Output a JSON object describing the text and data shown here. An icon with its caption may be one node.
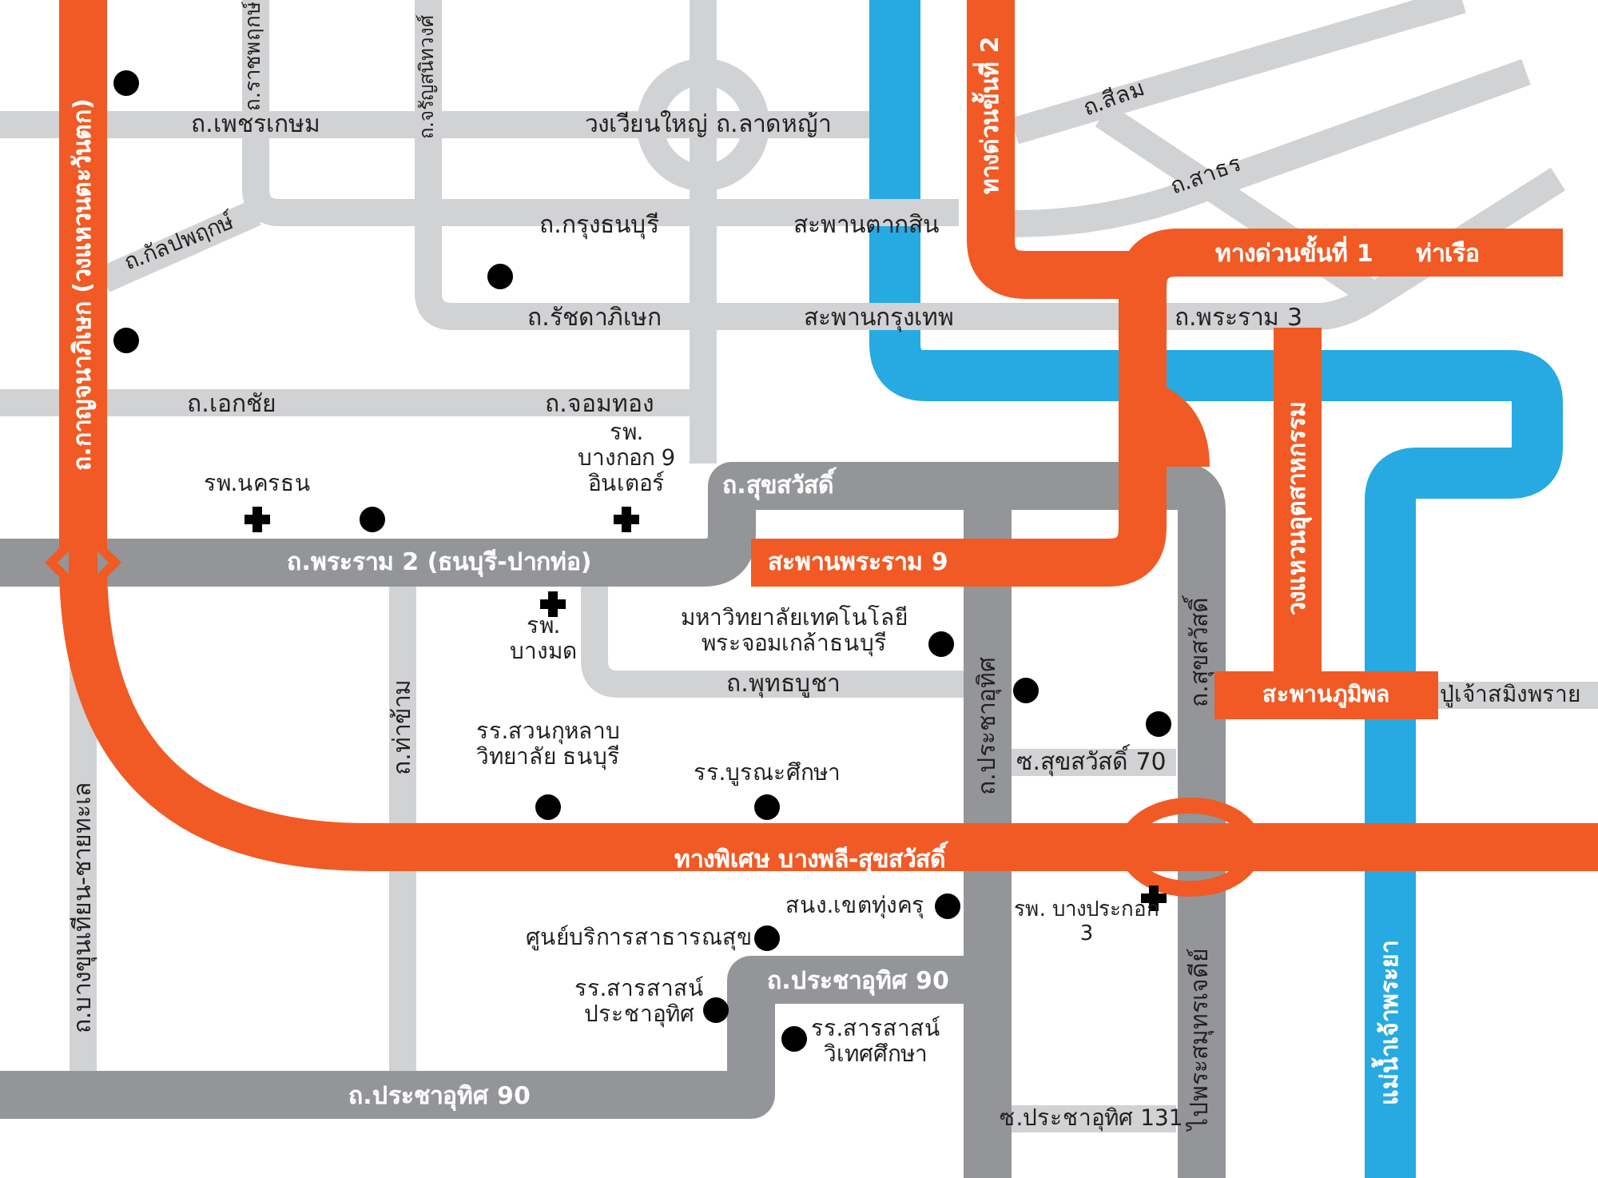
{
  "diagram": {
    "labels": [
      "ถ.กาญจนาภิเษก (วงแหวนตะวันตก)",
      "ถ.ราชพฤกษ์",
      "ถ.จรัญสนิทวงศ์",
      "ถ.เพชรเกษม",
      "วงเวียนใหญ่ ถ.ลาดหญ้า",
      "ถ.กัลปพฤกษ์",
      "ถ.กรุงธนบุรี",
      "สะพานตากสิน",
      "ถ.สีลม",
      "ทางด่วนขั้นที่ 2",
      "ถ.สาธร",
      "ทางด่วนขั้นที่ 1",
      "ท่าเรือ",
      "ถ.รัชดาภิเษก",
      "สะพานกรุงเทพ",
      "ถ.พระราม 3",
      "ถ.เอกชัย",
      "ถ.จอมทอง",
      "รพ. บางกอก 9 อินเตอร์",
      "ถ.สุขสวัสดิ์",
      "วงแหวนอุตสาหกรรม",
      "รพ.นครธน",
      "สะพานพระราม 9",
      "ถ.พระราม 2 (ธนบุรี-ปากท่อ)",
      "รพ. บางมด",
      "มหาวิทยาลัยเทคโนโลยี พระจอมเกล้าธนบุรี",
      "ถ.ประชาอุทิศ",
      "ถ.สุขสวัสดิ์",
      "ถ.พุทธบูชา",
      "สะพานภูมิพล",
      "ปู่เจ้าสมิงพราย",
      "ซ.สุขสวัสดิ์ 70",
      "ถ.ท่าข้าม",
      "รร.สวนกุหลาบ วิทยาลัย ธนบุรี",
      "รร.บูรณะศึกษา",
      "ทางพิเศษ บางพลี-สุขสวัสดิ์",
      "ถ.บางขุนเทียน-ชายทะเล",
      "สนง.เขตทุ่งครุ",
      "รพ. บางประกอก 3",
      "ศูนย์บริการสาธารณสุข",
      "ถ.ประชาอุทิศ 90",
      "รร.สารสาสน์ ประชาอุทิศ",
      "รร.สารสาสน์ วิเทศศึกษา",
      "ไปพระสมุทรเจดีย์",
      "แม่น้ำเจ้าพระยา",
      "ถ.ประชาอุทิศ 90",
      "ซ.ประชาอุทิศ 131"
    ]
  }
}
